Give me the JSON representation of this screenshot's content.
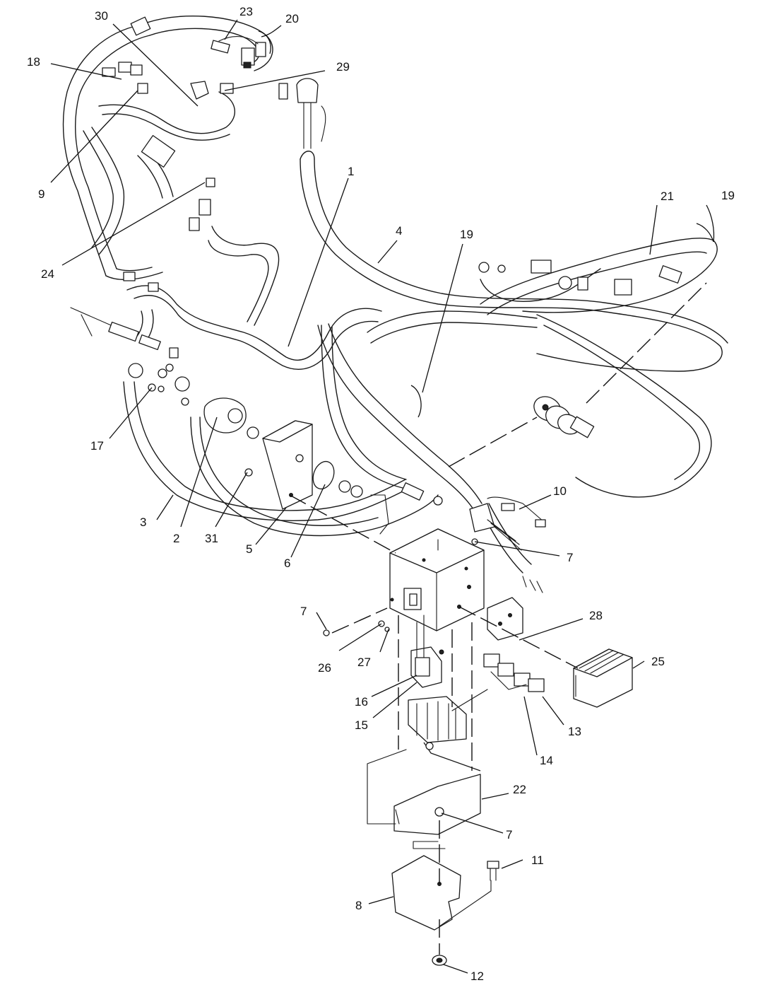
{
  "callouts": {
    "c1": "1",
    "c2": "2",
    "c3": "3",
    "c4": "4",
    "c5": "5",
    "c6": "6",
    "c7a": "7",
    "c7b": "7",
    "c7c": "7",
    "c8": "8",
    "c9": "9",
    "c10": "10",
    "c11": "11",
    "c12": "12",
    "c13": "13",
    "c14": "14",
    "c15": "15",
    "c16": "16",
    "c17": "17",
    "c18": "18",
    "c19a": "19",
    "c19b": "19",
    "c20": "20",
    "c21": "21",
    "c22": "22",
    "c23": "23",
    "c24": "24",
    "c25": "25",
    "c26": "26",
    "c27": "27",
    "c28": "28",
    "c29": "29",
    "c30": "30",
    "c31": "31"
  }
}
